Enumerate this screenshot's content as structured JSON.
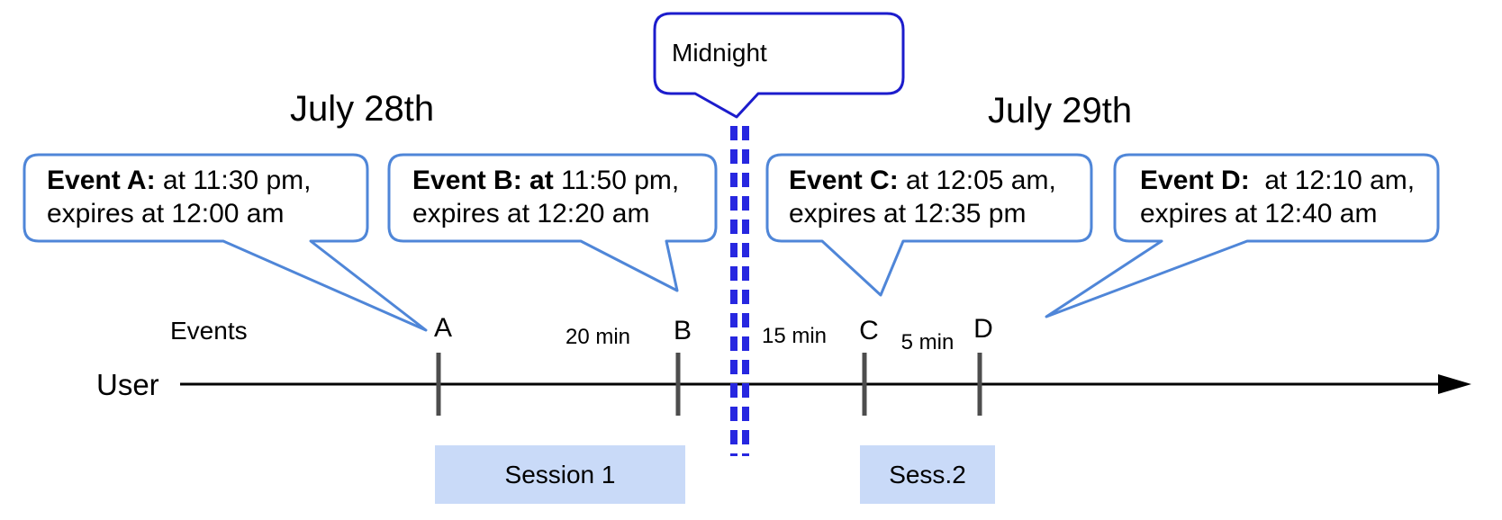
{
  "diagram": {
    "title_hint": "Session timeline across midnight",
    "dates": {
      "left": "July 28th",
      "right": "July 29th"
    },
    "midnight": {
      "label": "Midnight"
    },
    "events": [
      {
        "tick": "A",
        "bold": "Event A:",
        "line1_rest": " at 11:30 pm,",
        "line2": "expires at 12:00 am"
      },
      {
        "tick": "B",
        "bold": "Event B: at",
        "line1_rest": " 11:50 pm,",
        "line2": "expires at 12:20 am"
      },
      {
        "tick": "C",
        "bold": "Event C:",
        "line1_rest": " at 12:05 am,",
        "line2": "expires at 12:35 pm"
      },
      {
        "tick": "D",
        "bold": "Event D:",
        "line1_rest": "  at 12:10 am,",
        "line2": "expires at 12:40 am"
      }
    ],
    "axis": {
      "events_label": "Events",
      "user_label": "User"
    },
    "intervals": [
      {
        "label": "20 min"
      },
      {
        "label": "15 min"
      },
      {
        "label": "5 min"
      }
    ],
    "sessions": [
      {
        "label": "Session 1"
      },
      {
        "label": "Sess.2"
      }
    ],
    "colors": {
      "bubble_border": "#4f86d8",
      "midnight_border": "#1c1ccc",
      "dash": "#2727e0",
      "session_fill": "#c9daf8",
      "tick": "#4d4d4d",
      "axis": "#000000"
    }
  }
}
